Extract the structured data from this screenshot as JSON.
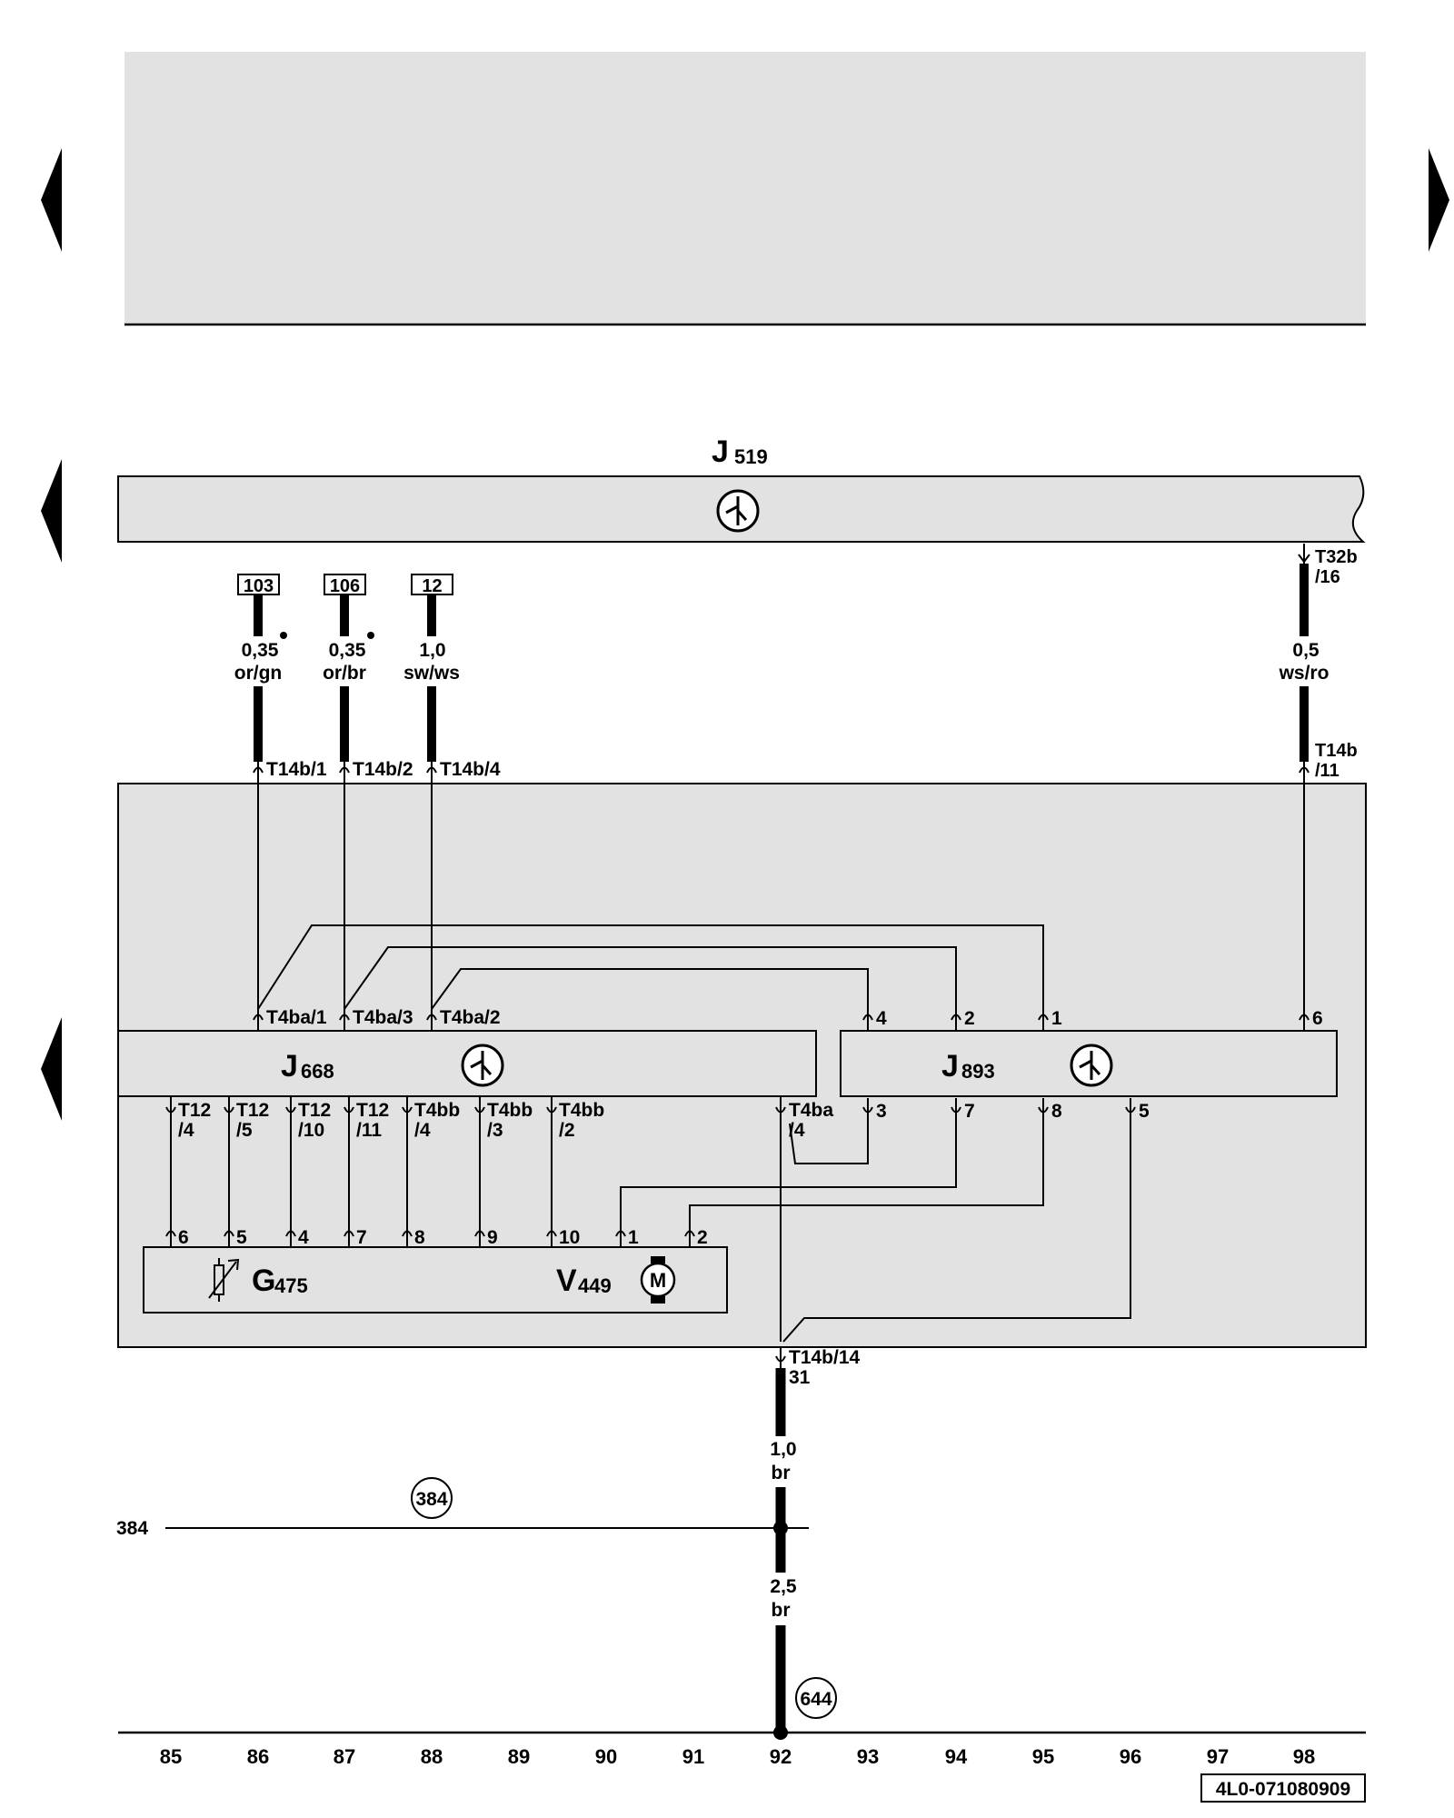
{
  "components": {
    "j519": {
      "letter": "J",
      "number": "519"
    },
    "j668": {
      "letter": "J",
      "number": "668"
    },
    "j893": {
      "letter": "J",
      "number": "893"
    },
    "g475": {
      "letter": "G",
      "number": "475"
    },
    "v449": {
      "letter": "V",
      "number": "449"
    },
    "motor_symbol": "M"
  },
  "refs": {
    "r103": "103",
    "r106": "106",
    "r12": "12"
  },
  "wires": {
    "w103": {
      "size": "0,35",
      "color": "or/gn"
    },
    "w106": {
      "size": "0,35",
      "color": "or/br"
    },
    "w12": {
      "size": "1,0",
      "color": "sw/ws"
    },
    "wt32": {
      "size": "0,5",
      "color": "ws/ro"
    },
    "wgnd1": {
      "size": "1,0",
      "color": "br"
    },
    "wgnd2": {
      "size": "2,5",
      "color": "br"
    }
  },
  "connectors": {
    "t14b_1": "T14b/1",
    "t14b_2": "T14b/2",
    "t14b_4": "T14b/4",
    "t32b_a": "T32b",
    "t32b_b": "/16",
    "t14b11_a": "T14b",
    "t14b11_b": "/11",
    "t4ba_1": "T4ba/1",
    "t4ba_3": "T4ba/3",
    "t4ba_2": "T4ba/2",
    "t12_4": [
      "T12",
      "/4"
    ],
    "t12_5": [
      "T12",
      "/5"
    ],
    "t12_10": [
      "T12",
      "/10"
    ],
    "t12_11": [
      "T12",
      "/11"
    ],
    "t4bb_4": [
      "T4bb",
      "/4"
    ],
    "t4bb_3": [
      "T4bb",
      "/3"
    ],
    "t4bb_2": [
      "T4bb",
      "/2"
    ],
    "t4ba_4": [
      "T4ba",
      "/4"
    ],
    "t14b_14": "T14b/14",
    "term31": "31"
  },
  "j893_pins_top": [
    "4",
    "2",
    "1",
    "6"
  ],
  "j893_pins_bottom": [
    "3",
    "7",
    "8",
    "5"
  ],
  "g_pins": [
    "6",
    "5",
    "4",
    "7",
    "8",
    "9",
    "10",
    "1",
    "2"
  ],
  "nodes": {
    "n384": "384",
    "n644": "644"
  },
  "cross_ref_384": "384",
  "track_numbers": [
    "85",
    "86",
    "87",
    "88",
    "89",
    "90",
    "91",
    "92",
    "93",
    "94",
    "95",
    "96",
    "97",
    "98"
  ],
  "doc_code": "4L0-071080909",
  "colors": {
    "module_fill": "#e2e2e2",
    "line": "#000000",
    "background": "#ffffff"
  }
}
